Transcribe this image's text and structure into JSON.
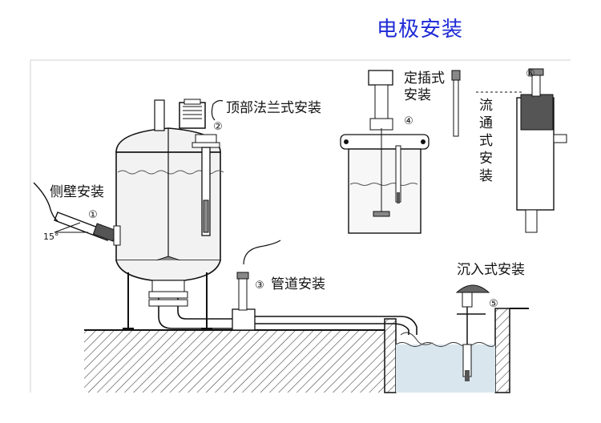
{
  "title": "电极安装",
  "labels": {
    "side_wall": "侧壁安装",
    "top_flange": "顶部法兰式安装",
    "pipe": "管道安装",
    "fixed_insert_line1": "定插式",
    "fixed_insert_line2": "安装",
    "flow_through_chars": [
      "流",
      "通",
      "式",
      "安",
      "装"
    ],
    "submersion": "沉入式安装",
    "angle": "15°"
  },
  "markers": [
    "①",
    "②",
    "③",
    "④",
    "⑤",
    "⑥"
  ],
  "colors": {
    "title": "#1f2bd6",
    "line": "#1a1a1a",
    "tank_fill": "#f2f2f2",
    "water": "#d9e6ee",
    "ground_hatch": "#444444"
  }
}
